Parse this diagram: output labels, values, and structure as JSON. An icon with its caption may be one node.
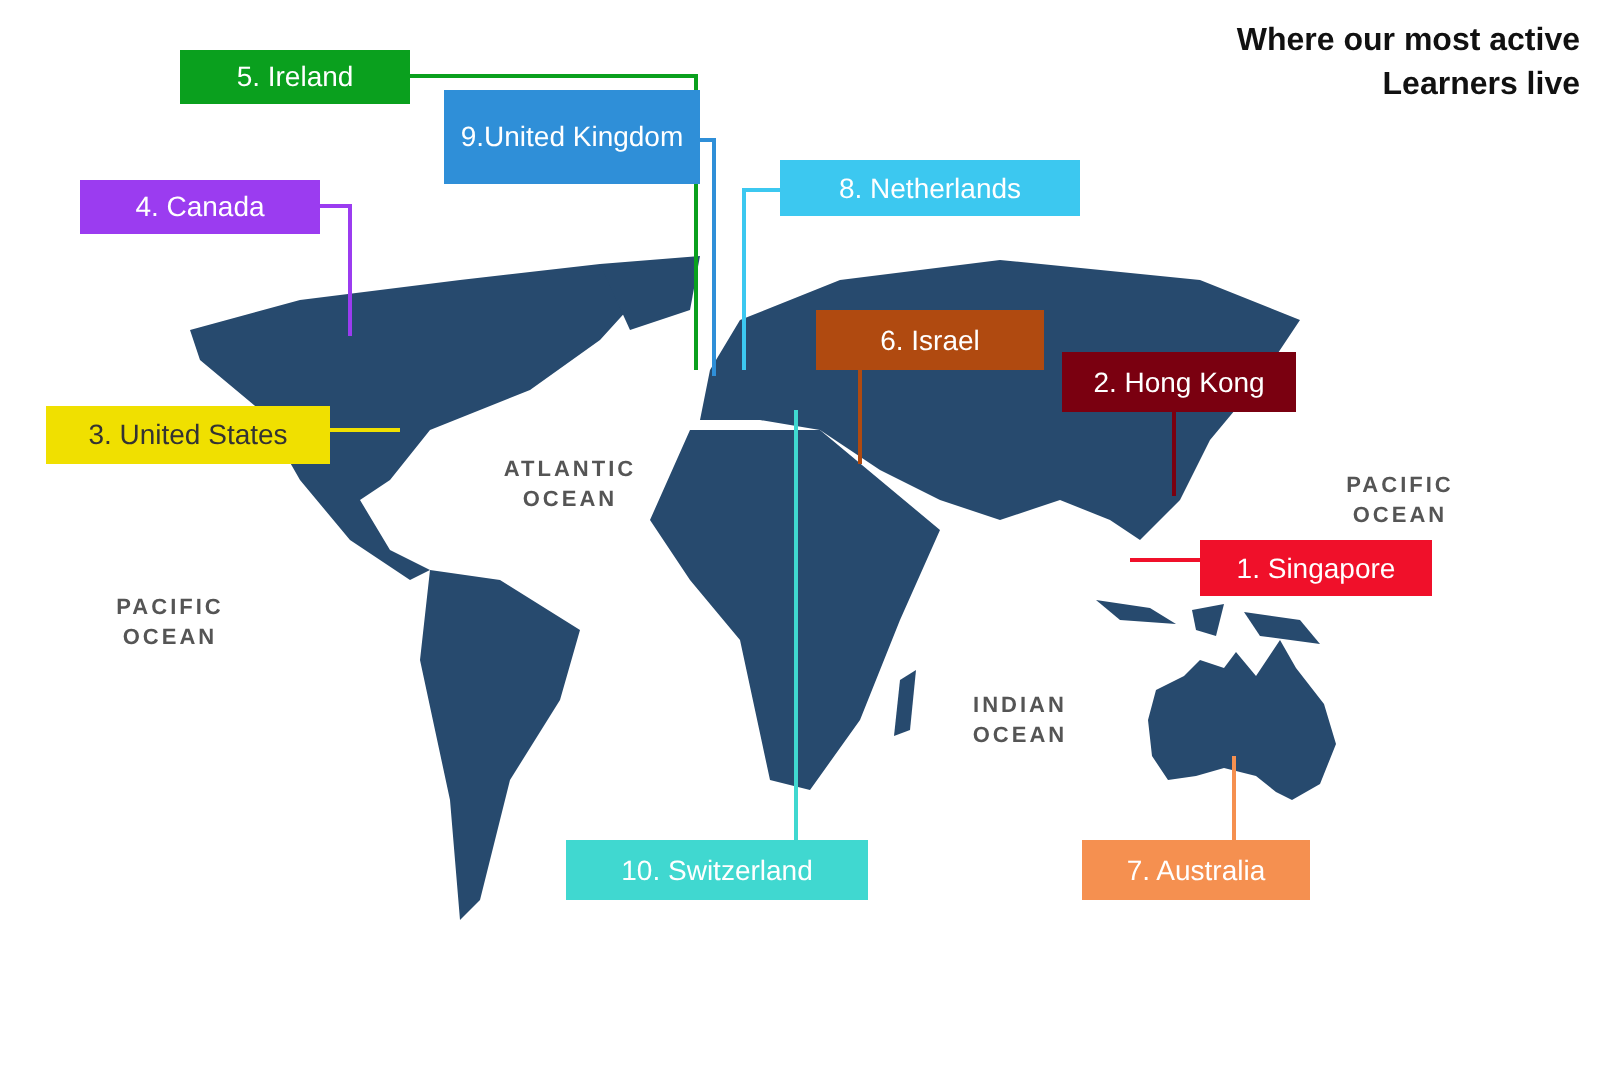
{
  "diagram": {
    "title": "Where our most active Learners live",
    "nodes": [
      {
        "text": [
          "5. Ireland"
        ]
      },
      {
        "text": [
          "9.United Kingdom"
        ]
      },
      {
        "text": [
          "8. Netherlands"
        ]
      },
      {
        "text": [
          "4. Canada"
        ]
      },
      {
        "text": [
          "6. Israel"
        ]
      },
      {
        "text": [
          "2. Hong Kong"
        ]
      },
      {
        "text": [
          "3. United States"
        ]
      },
      {
        "text": [
          "1. Singapore"
        ]
      },
      {
        "text": [
          "10. Switzerland"
        ]
      },
      {
        "text": [
          "7. Australia"
        ]
      }
    ],
    "edges": [
      {
        "from": 0,
        "to": null,
        "arrow": "none",
        "color": "#0aa01e"
      },
      {
        "from": 1,
        "to": null,
        "arrow": "none",
        "color": "#2f8fd8"
      },
      {
        "from": 2,
        "to": null,
        "arrow": "none",
        "color": "#3cc8f0"
      },
      {
        "from": 3,
        "to": null,
        "arrow": "none",
        "color": "#9b3cf0"
      },
      {
        "from": 4,
        "to": null,
        "arrow": "none",
        "color": "#b04a10"
      },
      {
        "from": 5,
        "to": null,
        "arrow": "none",
        "color": "#7a0010"
      },
      {
        "from": 6,
        "to": null,
        "arrow": "none",
        "color": "#f0e000"
      },
      {
        "from": 7,
        "to": null,
        "arrow": "none",
        "color": "#f0102a"
      },
      {
        "from": 8,
        "to": null,
        "arrow": "none",
        "color": "#40d8d0"
      },
      {
        "from": 9,
        "to": null,
        "arrow": "none",
        "color": "#f59050"
      }
    ],
    "labels": [
      "ATLANTIC OCEAN",
      "PACIFIC OCEAN",
      "PACIFIC OCEAN",
      "INDIAN OCEAN"
    ]
  }
}
